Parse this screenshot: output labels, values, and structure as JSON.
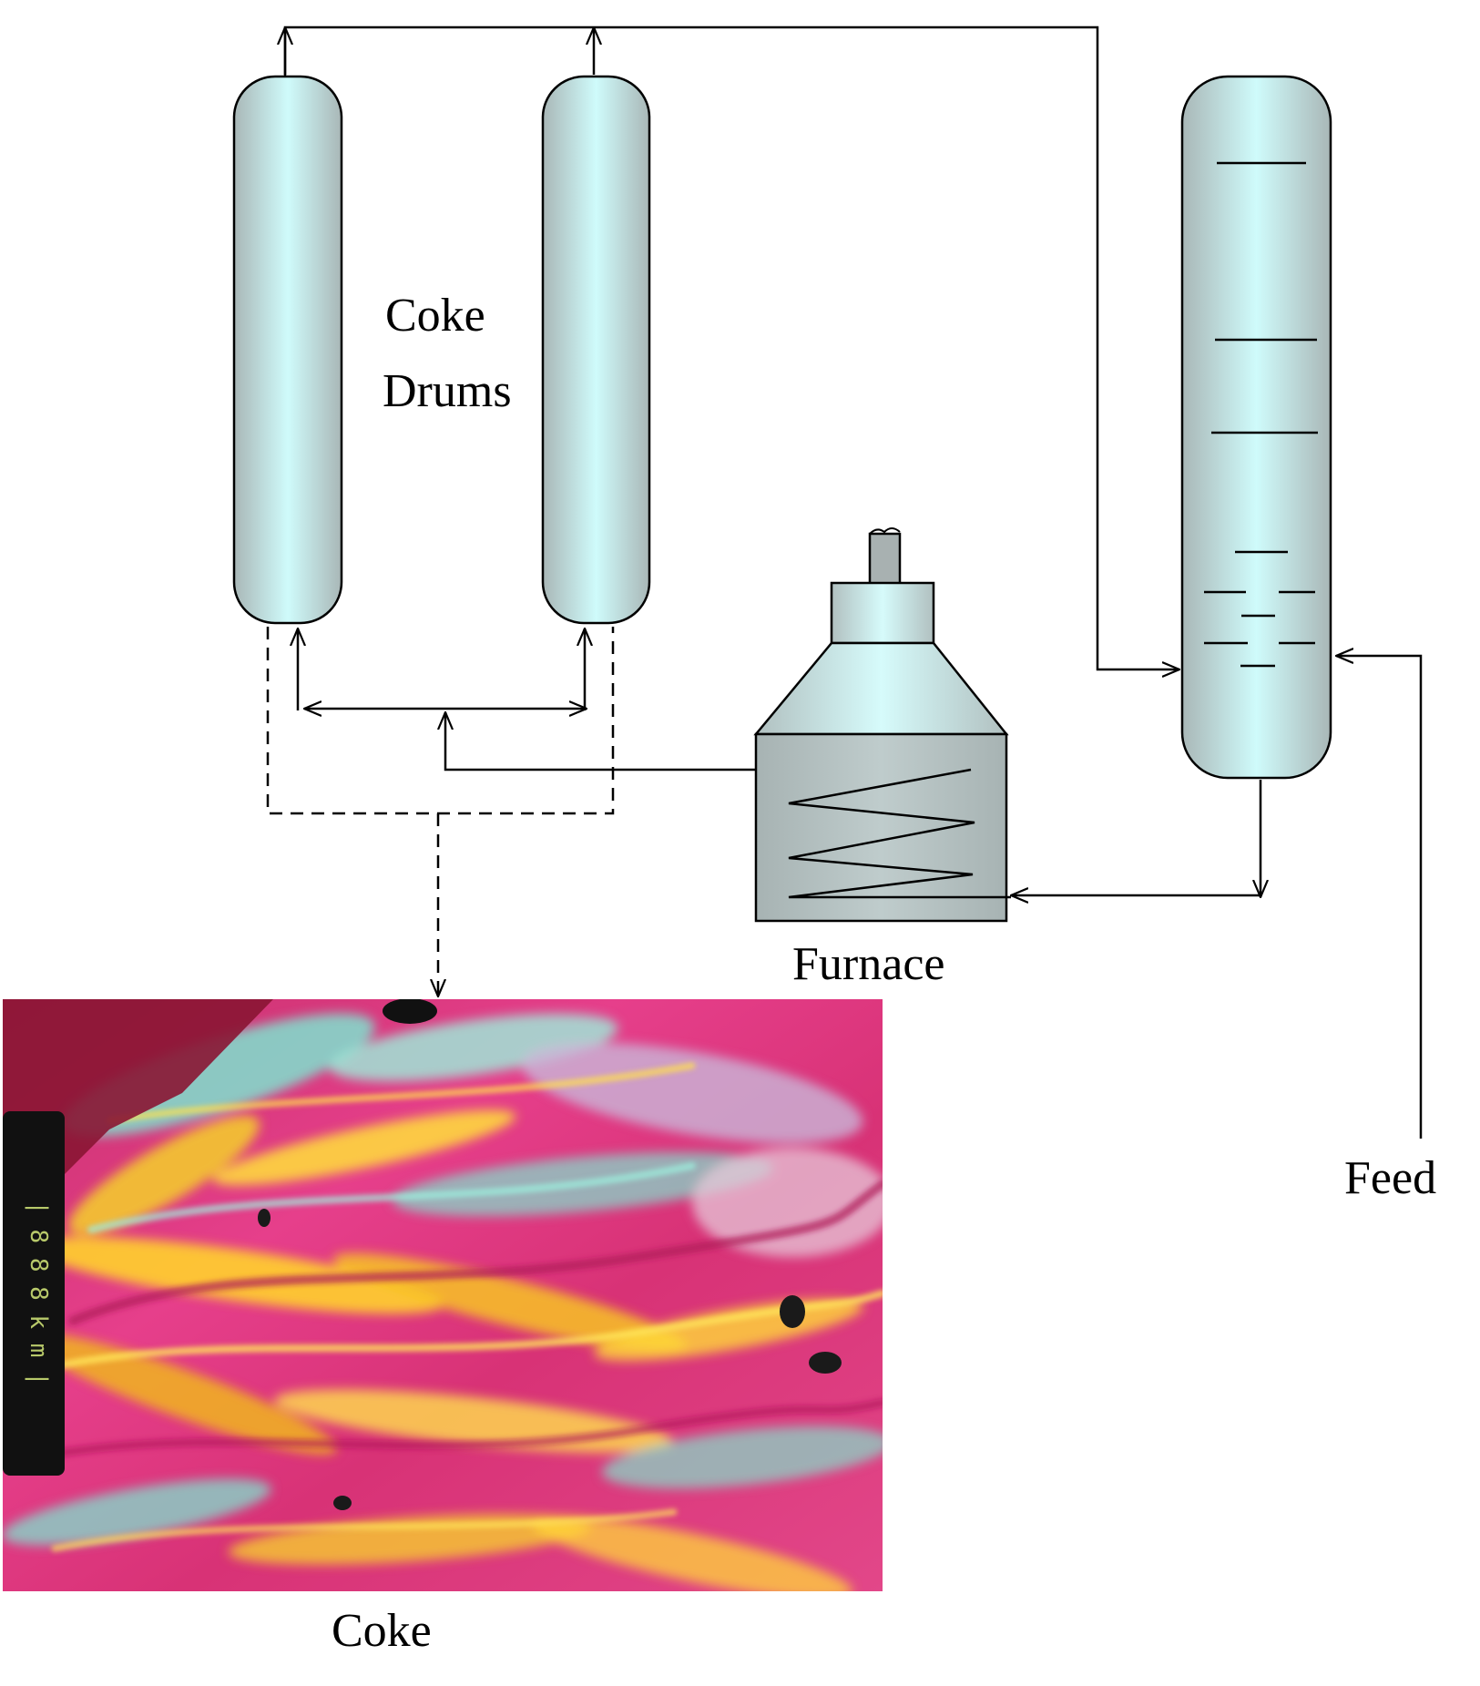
{
  "diagram": {
    "labels": {
      "coke_drums_line1": "Coke",
      "coke_drums_line2": "Drums",
      "furnace": "Furnace",
      "feed": "Feed",
      "coke": "Coke"
    },
    "colors": {
      "vessel_edge": "#a9b7b7",
      "vessel_center": "#cffbfb",
      "furnace_box": "#b4c2c2",
      "stack": "#a8b1b1",
      "line": "#000000"
    },
    "micrograph": {
      "scale_marks": "| 8 8 8 k m |"
    }
  }
}
